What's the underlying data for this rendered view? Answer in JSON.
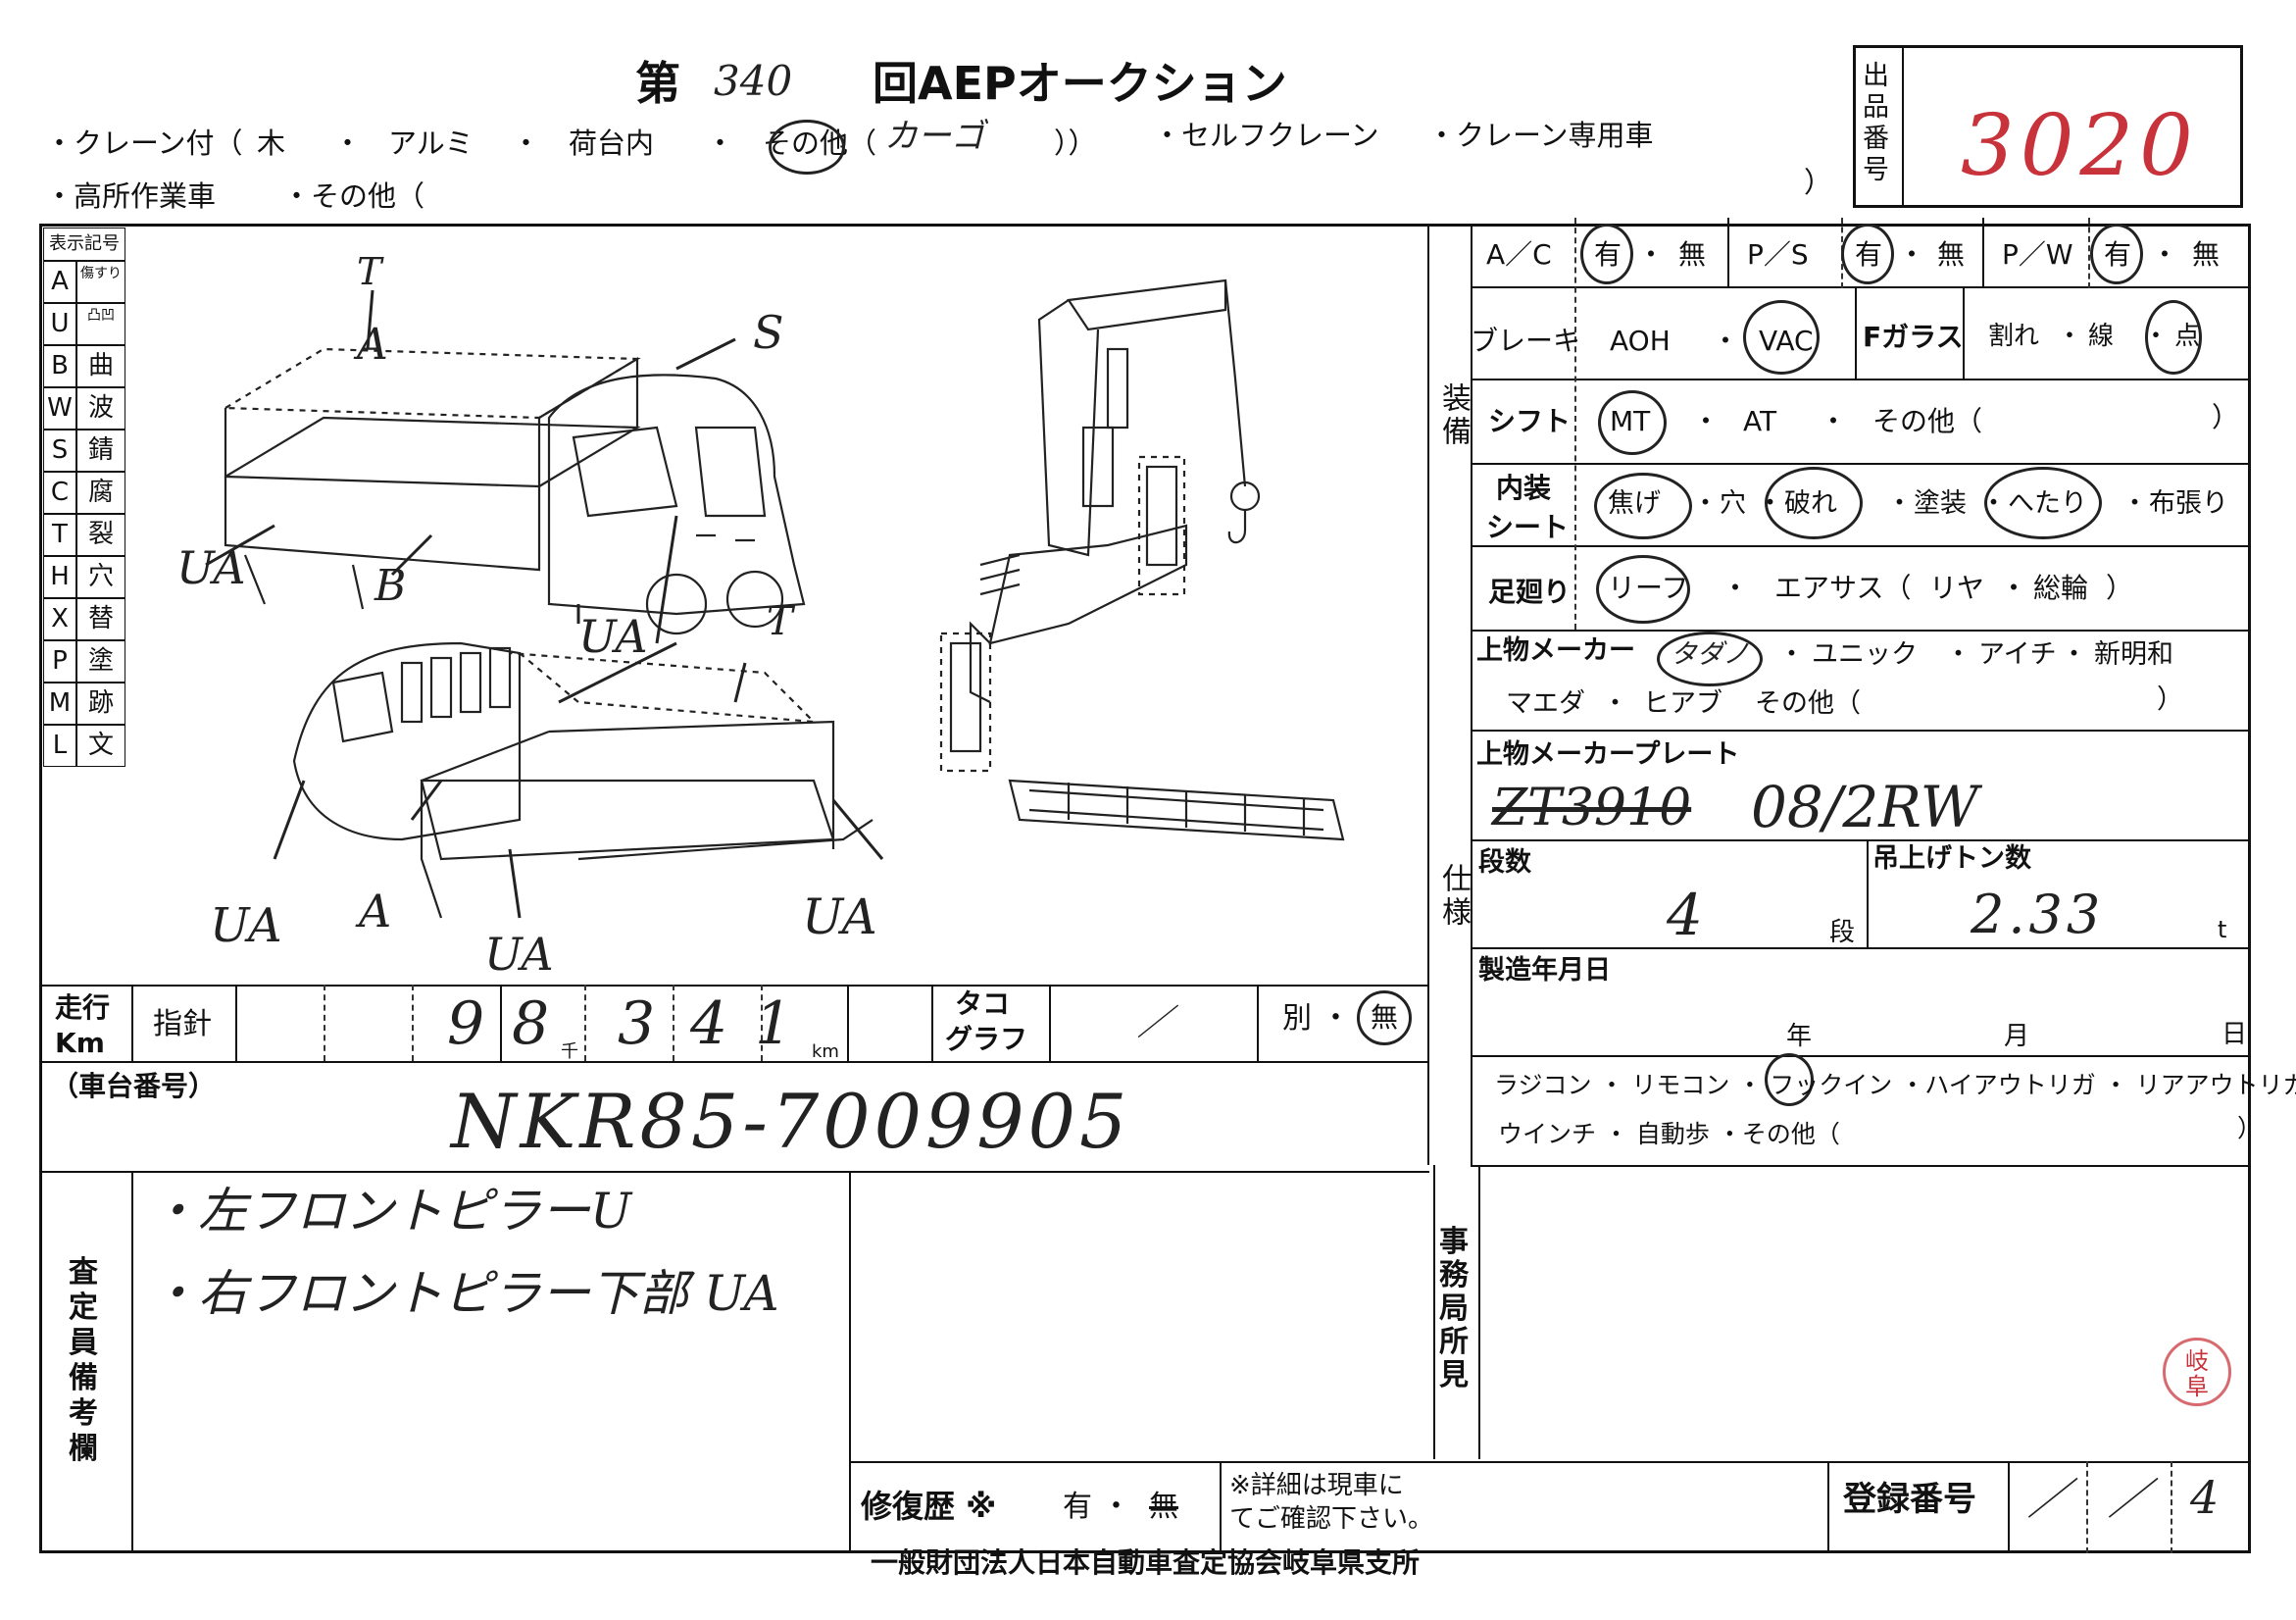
{
  "header": {
    "title_prefix": "第",
    "round_number": "340",
    "title_suffix": "回AEPオークション",
    "lot_label": "出品番号",
    "lot_number": "3020"
  },
  "crane_types": {
    "crane": "・クレーン付（",
    "wood": "木",
    "aluminum": "アルミ",
    "in_bed": "荷台内",
    "other": "その他（",
    "other_value": "カーゴ",
    "close": "））",
    "self_crane": "・セルフクレーン",
    "crane_only": "・クレーン専用車",
    "aerial": "・高所作業車",
    "other2": "・その他（",
    "close2": "）",
    "dot": "・"
  },
  "legend": {
    "title": "表示記号",
    "rows": [
      {
        "code": "A",
        "meaning": "傷すり"
      },
      {
        "code": "U",
        "meaning": "凸凹"
      },
      {
        "code": "B",
        "meaning": "曲"
      },
      {
        "code": "W",
        "meaning": "波"
      },
      {
        "code": "S",
        "meaning": "錆"
      },
      {
        "code": "C",
        "meaning": "腐"
      },
      {
        "code": "T",
        "meaning": "裂"
      },
      {
        "code": "H",
        "meaning": "穴"
      },
      {
        "code": "X",
        "meaning": "替"
      },
      {
        "code": "P",
        "meaning": "塗"
      },
      {
        "code": "M",
        "meaning": "跡"
      },
      {
        "code": "L",
        "meaning": "文"
      }
    ]
  },
  "diagram_marks": {
    "m1": "T",
    "m2": "A",
    "m3": "S",
    "m4": "UA",
    "m5": "B",
    "m6": "UA",
    "m7": "T",
    "m8": "UA",
    "m9": "A",
    "m10": "UA",
    "m11": "UA"
  },
  "equipment": {
    "section_label": "装備",
    "ac_label": "A／C",
    "ac_yes": "有",
    "ac_no": "無",
    "ps_label": "P／S",
    "ps_yes": "有",
    "ps_no": "無",
    "pw_label": "P／W",
    "pw_yes": "有",
    "pw_no": "無",
    "sep": "・",
    "brake_label": "ブレーキ",
    "brake_aoh": "AOH",
    "brake_vac": "VAC",
    "glass_label": "Fガラス",
    "glass_crack": "割れ",
    "glass_line": "線",
    "glass_point": "点",
    "shift_label": "シフト",
    "shift_mt": "MT",
    "shift_at": "AT",
    "shift_other": "その他（",
    "shift_close": "）",
    "interior_label_1": "内装",
    "interior_label_2": "シート",
    "interior_items": [
      "焦げ",
      "穴",
      "破れ",
      "塗装",
      "へたり",
      "布張り"
    ],
    "suspension_label": "足廻り",
    "susp_leaf": "リーフ",
    "susp_air": "エアサス（",
    "susp_rear": "リヤ",
    "susp_all": "総輪",
    "susp_close": "）"
  },
  "specs": {
    "section_label": "仕様",
    "maker_label": "上物メーカー",
    "makers_row1": [
      "タダノ",
      "ユニック",
      "アイチ",
      "新明和"
    ],
    "makers_row2_a": "マエダ",
    "makers_row2_b": "ヒアブ",
    "makers_row2_c": "その他（",
    "makers_close": "）",
    "plate_label": "上物メーカープレート",
    "plate_struck": "ZT3910",
    "plate_value": "08/2RW",
    "stages_label": "段数",
    "stages_value": "4",
    "stages_unit": "段",
    "lift_label": "吊上げトン数",
    "lift_value": "2.33",
    "lift_unit": "t",
    "mfg_label": "製造年月日",
    "year": "年",
    "month": "月",
    "day": "日",
    "options_row1": "ラジコン ・ リモコン ・ フックイン ・ハイアウトリガ ・ リアアウトリガ",
    "options_row2": "ウインチ ・ 自動歩 ・その他（",
    "options_close": "）"
  },
  "mileage": {
    "label_1": "走行",
    "label_2": "Km",
    "indicator": "指針",
    "digits": [
      "9",
      "8",
      "3",
      "4",
      "1"
    ],
    "thousand_unit": "千",
    "km_unit": "km",
    "tacho_1": "タコ",
    "tacho_2": "グラフ",
    "tacho_mark": "／",
    "separate": "別 ・",
    "separate_none": "無"
  },
  "chassis": {
    "label": "（車台番号）",
    "value": "NKR85-7009905"
  },
  "inspector": {
    "label": "査定員備考欄",
    "note_1": "・左フロントピラーU",
    "note_2": "・右フロントピラー下部 UA"
  },
  "office": {
    "label": "事務局所見",
    "stamp": "岐阜"
  },
  "repair": {
    "label": "修復歴 ※",
    "yes": "有 ・",
    "no": "無",
    "note_1": "※詳細は現車に",
    "note_2": "てご確認下さい。"
  },
  "registration": {
    "label": "登録番号",
    "marks": [
      "／",
      "／",
      "4"
    ]
  },
  "footer": {
    "org": "一般財団法人日本自動車査定協会岐阜県支所"
  }
}
